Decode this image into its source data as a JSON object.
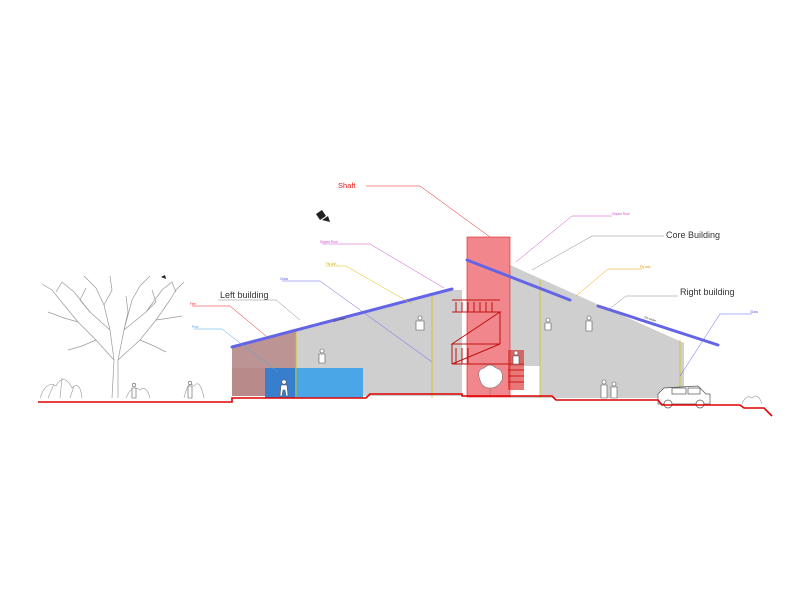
{
  "labels": {
    "shaft": "Shaft",
    "core_building": "Core Building",
    "left_building": "Left building",
    "right_building": "Right building",
    "sloped_roof_left": "Sloped Roof",
    "sloped_roof_right": "Sloped Roof",
    "glass_left": "Glass",
    "glass_right": "Glass",
    "fly_ash_left": "Fly Ash",
    "fly_ash_right": "Fly Ash",
    "fire": "Fire",
    "pool": "Pool",
    "slope_left": "2% slope",
    "slope_right": "2% slope"
  },
  "colors": {
    "shaft_red": "#e11b1b",
    "shaft_fill": "#f07a80",
    "roof_blue": "#6464e6",
    "wall_grey": "#cfcfcf",
    "pool_blue": "#4aa6e6",
    "brown_block": "#b98a8a",
    "magenta_leader": "#d24ad2",
    "yellow_leader": "#e0c000",
    "orange_leader": "#f0a000",
    "ground_red": "#e00000"
  },
  "icons": {
    "tree": "tree-icon",
    "person": "person-icon",
    "car": "car-icon",
    "bird": "bird-icon",
    "staircase": "staircase-icon",
    "bush": "bush-icon"
  }
}
